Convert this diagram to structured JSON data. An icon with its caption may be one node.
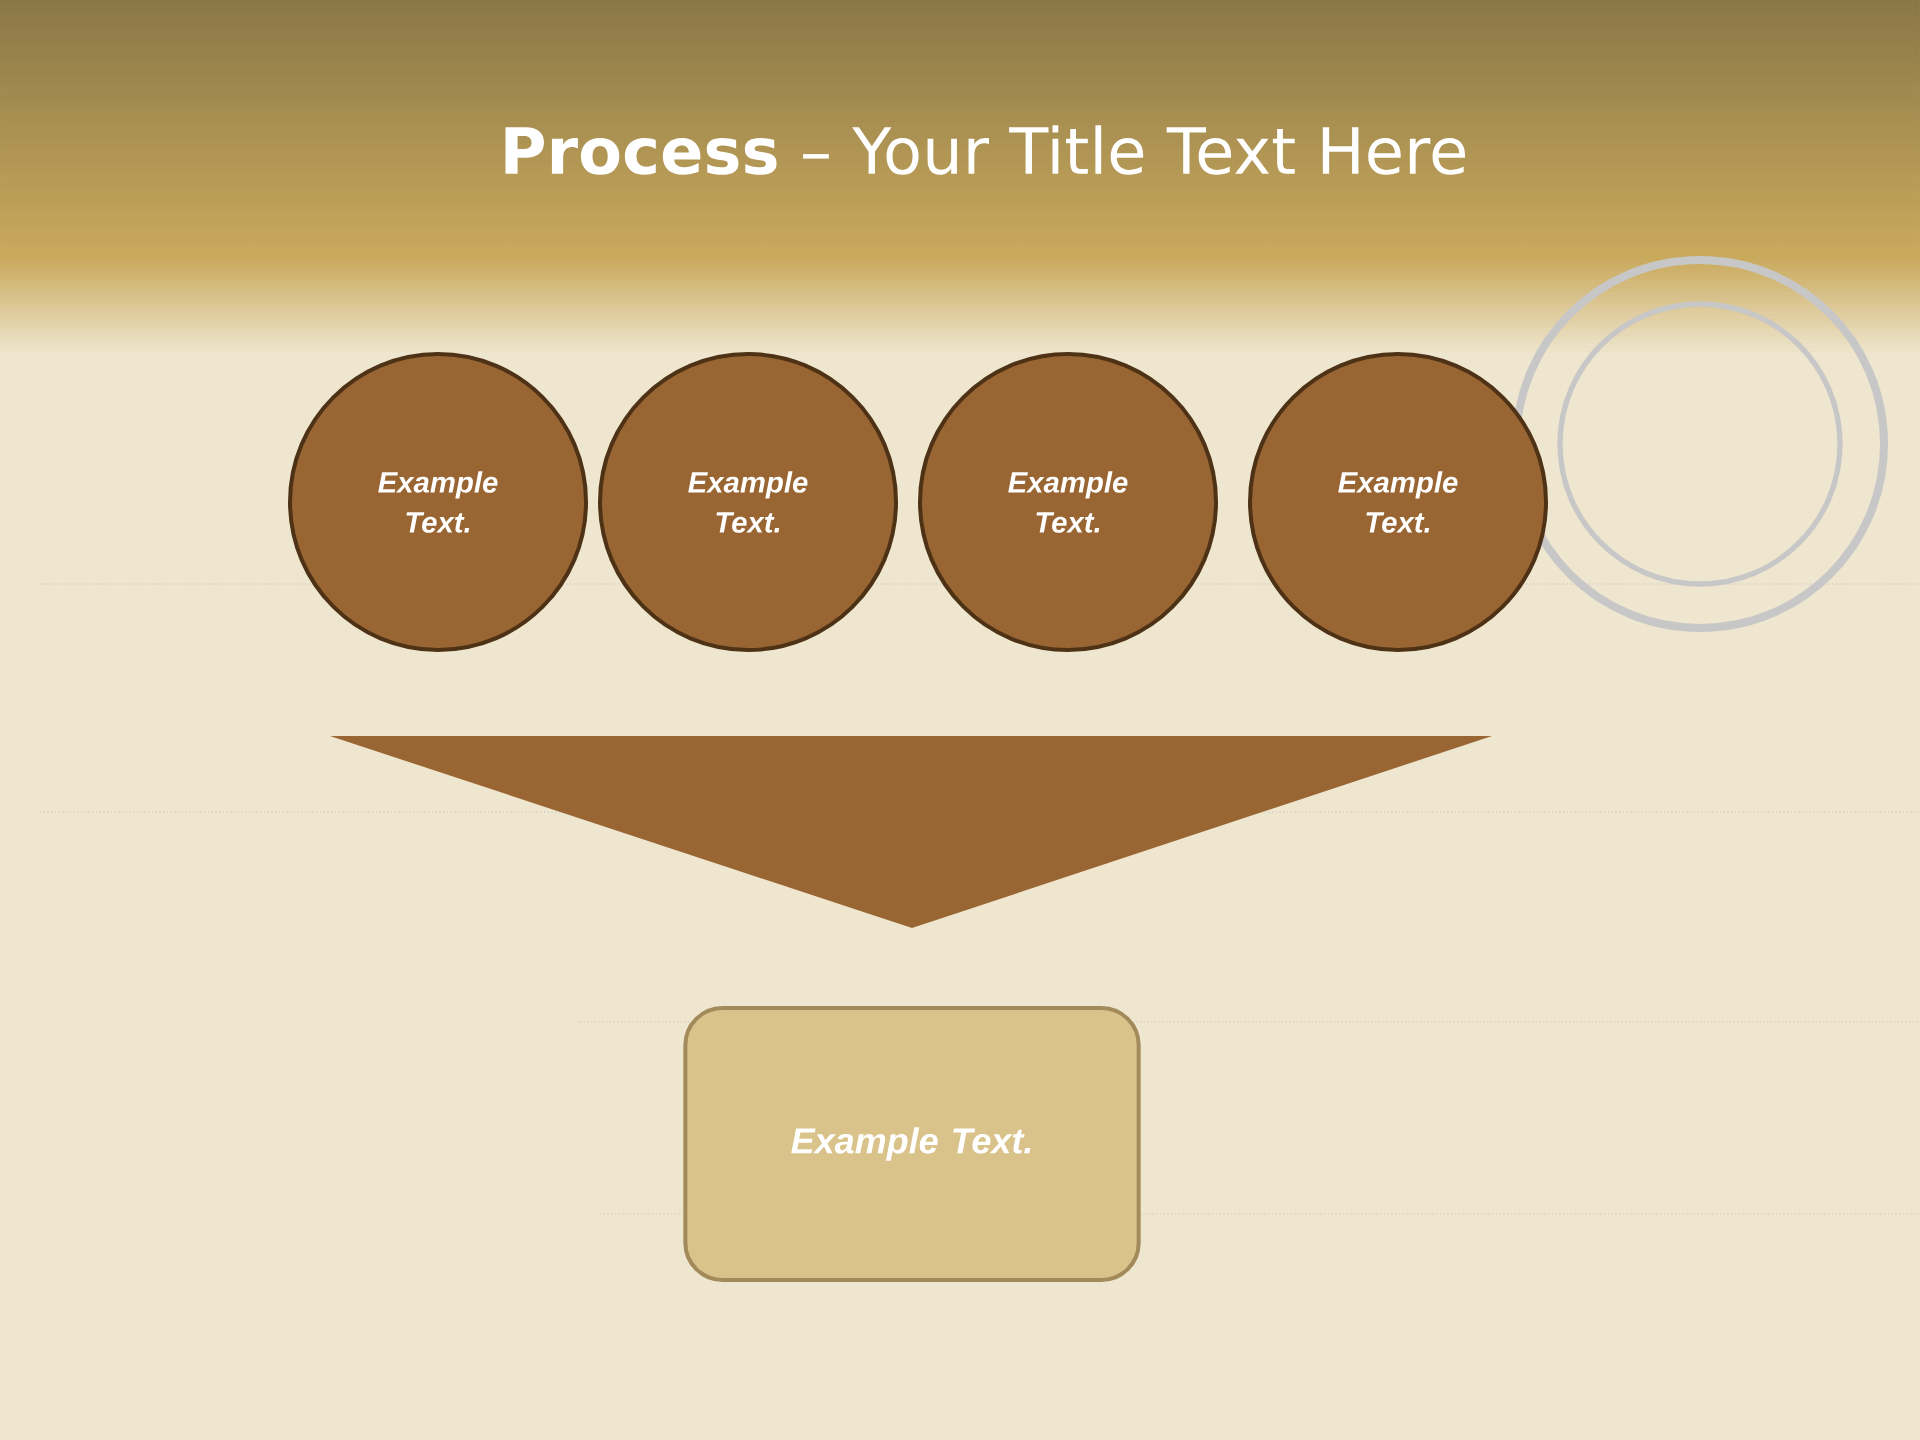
{
  "diagram": {
    "title": "**Process** – Your Title Text Here",
    "nodes": [
      {
        "text": [
          "Example Text."
        ]
      },
      {
        "text": [
          "Example Text."
        ]
      },
      {
        "text": [
          "Example Text."
        ]
      },
      {
        "text": [
          "Example Text."
        ]
      },
      {
        "text": [],
        "shape": "triangle"
      },
      {
        "text": [
          "Example Text."
        ]
      }
    ]
  }
}
